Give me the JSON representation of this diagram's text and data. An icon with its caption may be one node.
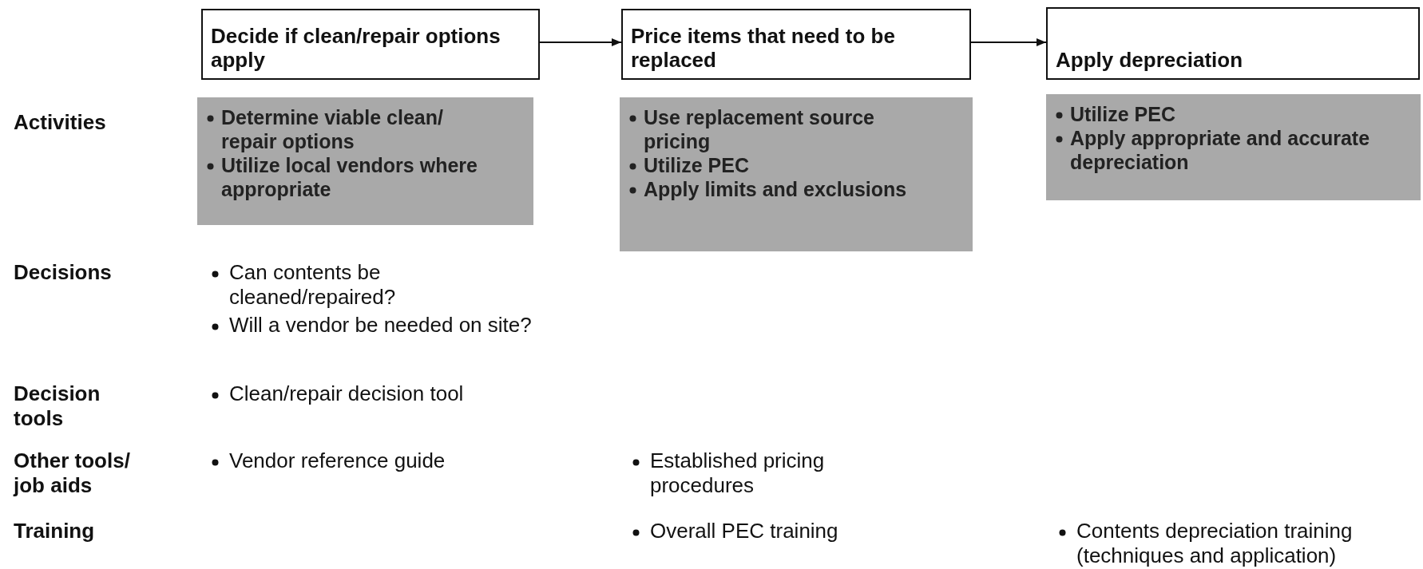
{
  "diagram": {
    "nodes": [
      {
        "text": [
          "Decide if clean/repair options apply"
        ]
      },
      {
        "text": [
          "Price items that need to be replaced"
        ]
      },
      {
        "text": [
          "Apply depreciation"
        ]
      },
      {
        "text": [
          "Determine viable clean/ repair options",
          "Utilize local vendors where appropriate"
        ]
      },
      {
        "text": [
          "Use replacement source pricing",
          "Utilize PEC",
          "Apply limits and exclusions"
        ]
      },
      {
        "text": [
          "Utilize PEC",
          "Apply appropriate and accurate depreciation"
        ]
      }
    ],
    "edges": [
      {
        "from": 0,
        "to": 1,
        "arrow": "to"
      },
      {
        "from": 1,
        "to": 2,
        "arrow": "to"
      }
    ],
    "labels": [
      "Activities",
      "Decisions",
      "Can contents be cleaned/repaired?",
      "Will a vendor be needed on site?",
      "Decision tools",
      "Clean/repair decision tool",
      "Other tools/ job aids",
      "Vendor reference guide",
      "Established pricing procedures",
      "Training",
      "Overall PEC training",
      "Contents depreciation training (techniques and application)"
    ]
  }
}
